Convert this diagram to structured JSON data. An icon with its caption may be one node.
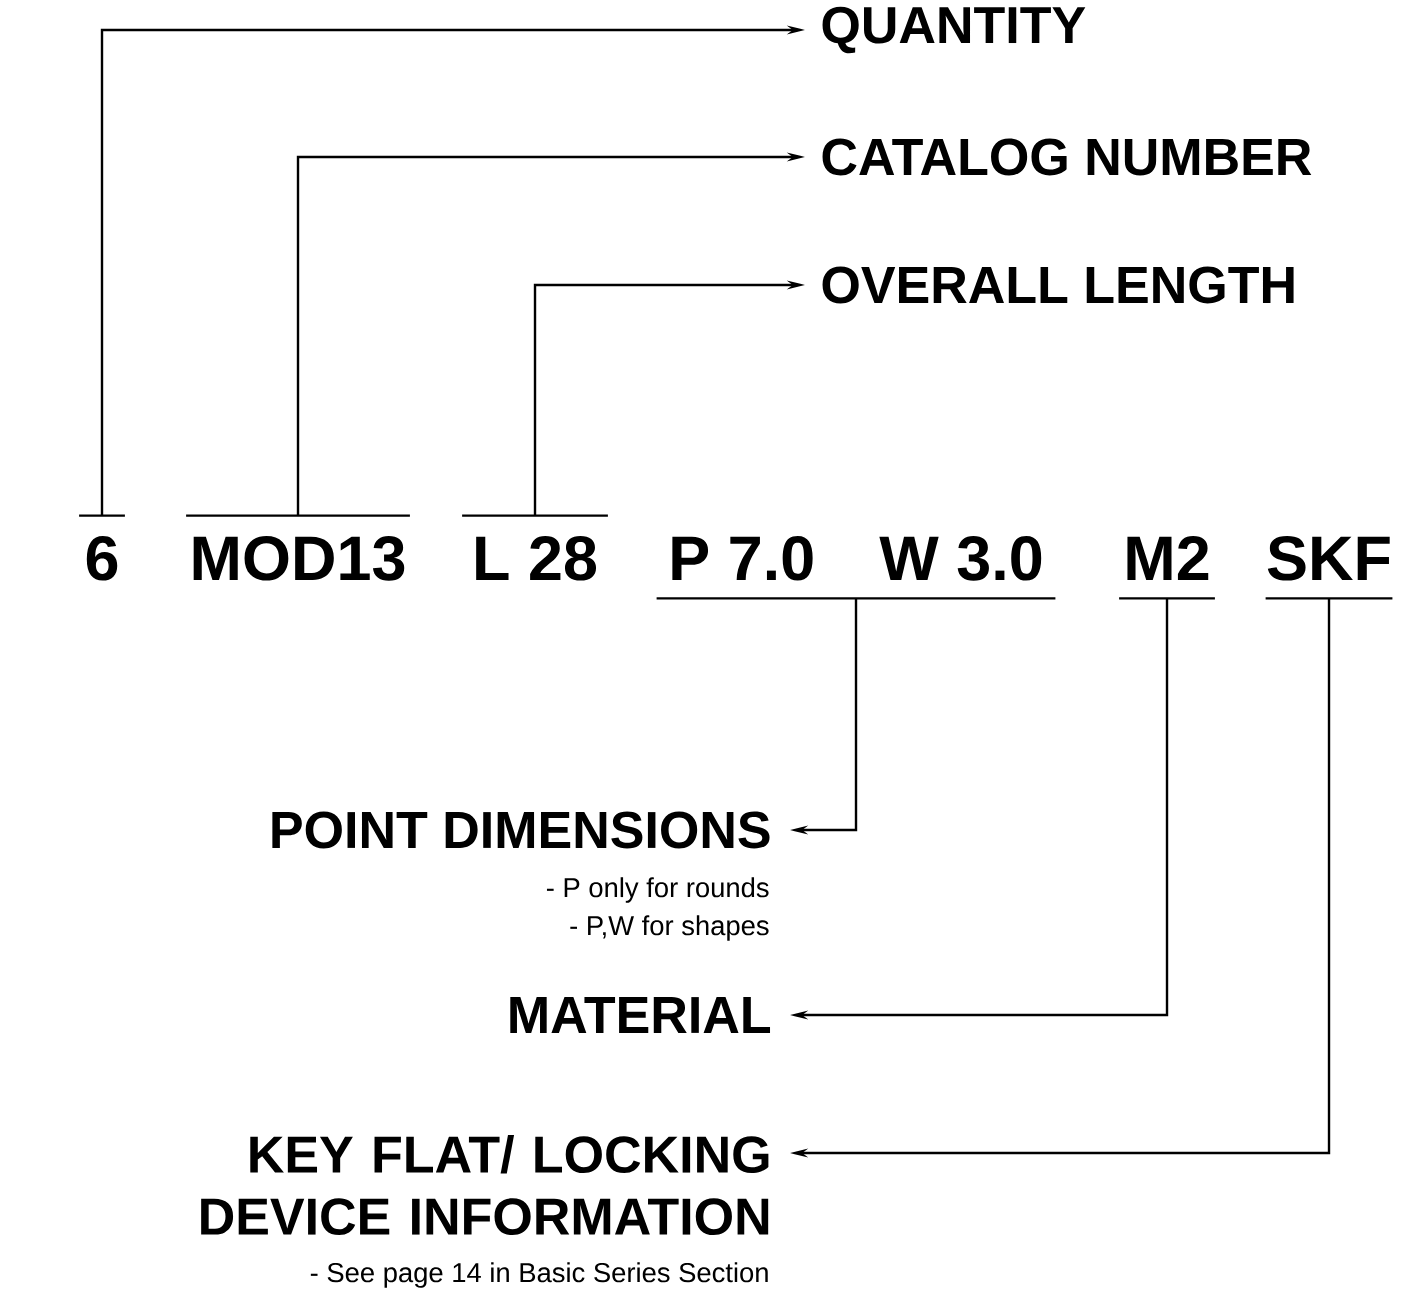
{
  "diagram": {
    "nodes": [
      {
        "text": [
          "6"
        ]
      },
      {
        "text": [
          "MOD13"
        ]
      },
      {
        "text": [
          "L 28"
        ]
      },
      {
        "text": [
          "P 7.0",
          "W 3.0"
        ]
      },
      {
        "text": [
          "M2"
        ]
      },
      {
        "text": [
          "SKF"
        ]
      },
      {
        "text": [
          "QUANTITY"
        ]
      },
      {
        "text": [
          "CATALOG NUMBER"
        ]
      },
      {
        "text": [
          "OVERALL LENGTH"
        ]
      },
      {
        "text": [
          "POINT DIMENSIONS"
        ],
        "beside": [
          "- P only for rounds",
          "- P,W for shapes"
        ]
      },
      {
        "text": [
          "MATERIAL"
        ]
      },
      {
        "text": [
          "KEY FLAT/ LOCKING DEVICE INFORMATION"
        ],
        "beside": [
          "- See page 14 in Basic Series Section"
        ]
      }
    ],
    "edges": [
      {
        "from": 0,
        "to": 6,
        "arrow": "to"
      },
      {
        "from": 1,
        "to": 7,
        "arrow": "to"
      },
      {
        "from": 2,
        "to": 8,
        "arrow": "to"
      },
      {
        "from": 3,
        "to": 9,
        "arrow": "to"
      },
      {
        "from": 4,
        "to": 10,
        "arrow": "to"
      },
      {
        "from": 5,
        "to": 11,
        "arrow": "to"
      }
    ]
  }
}
